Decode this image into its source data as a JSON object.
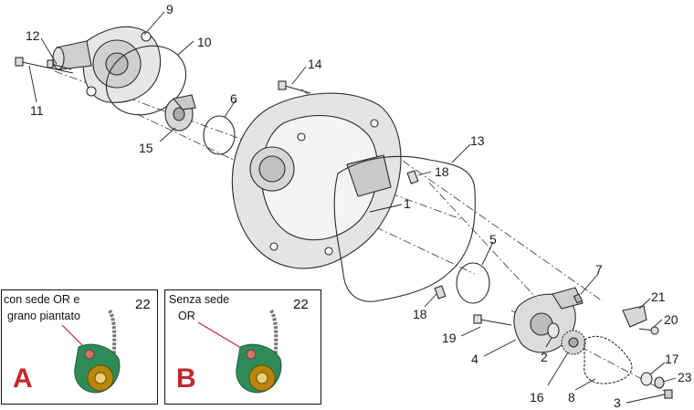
{
  "callouts": {
    "c1": "1",
    "c2": "2",
    "c3": "3",
    "c4": "4",
    "c5": "5",
    "c6": "6",
    "c7": "7",
    "c8": "8",
    "c9": "9",
    "c10": "10",
    "c11": "11",
    "c12": "12",
    "c13": "13",
    "c14": "14",
    "c15": "15",
    "c16": "16",
    "c17": "17",
    "c18a": "18",
    "c18b": "18",
    "c19": "19",
    "c20": "20",
    "c21": "21",
    "c23": "23"
  },
  "inset_a": {
    "caption_line1": "con sede OR e",
    "caption_line2": "grano piantato",
    "ref": "22",
    "letter": "A"
  },
  "inset_b": {
    "caption_line1": "Senza sede",
    "caption_line2": "OR",
    "ref": "22",
    "letter": "B"
  },
  "colors": {
    "accent_letter": "#c0282e",
    "pump_gear": "#b8860b",
    "pump_body": "#2e8b57"
  }
}
